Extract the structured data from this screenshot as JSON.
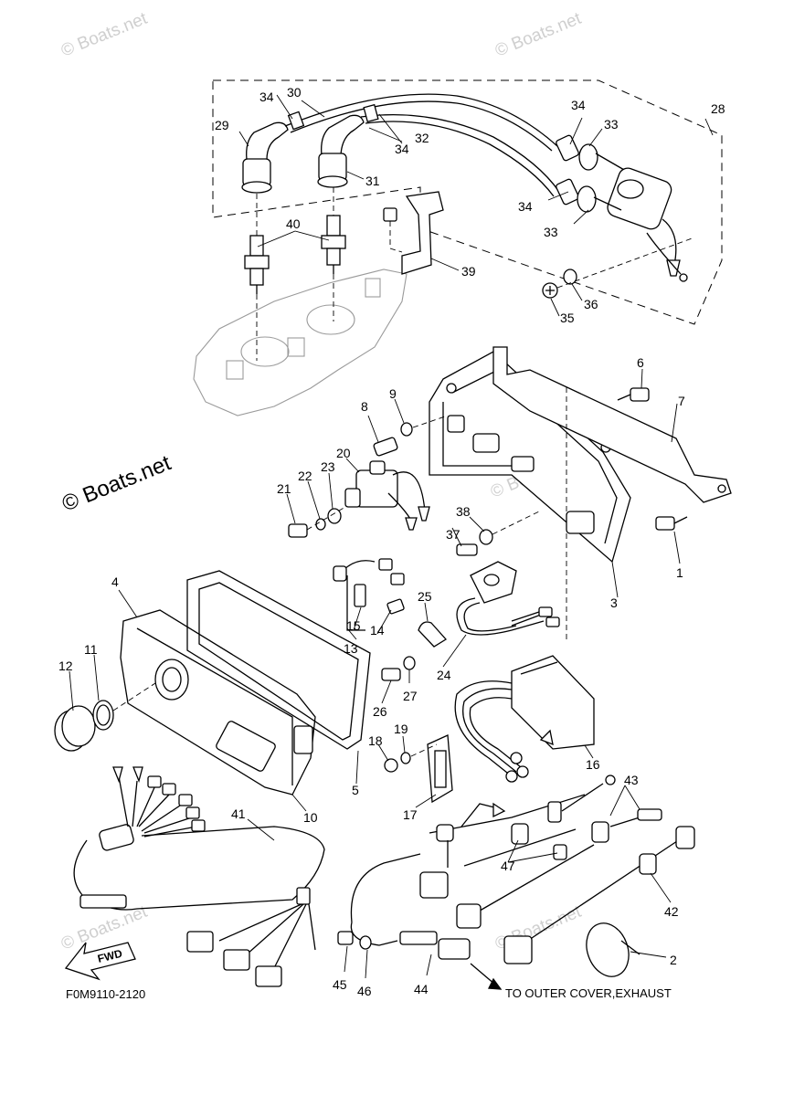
{
  "diagram_code": "F0M9110-2120",
  "watermarks": {
    "top_left": "© Boats.net",
    "top_right": "© Boats.net",
    "main": "© Boats.net",
    "bottom_left": "© Boats.net",
    "bottom_right": "© Boats.net",
    "middle_right": "© Boats.net"
  },
  "fwd_label": "FWD",
  "note": "TO OUTER COVER,EXHAUST",
  "callouts": {
    "c1": "1",
    "c2": "2",
    "c3": "3",
    "c4": "4",
    "c5": "5",
    "c6": "6",
    "c7": "7",
    "c8": "8",
    "c9": "9",
    "c10": "10",
    "c11": "11",
    "c12": "12",
    "c13": "13",
    "c14": "14",
    "c15": "15",
    "c16": "16",
    "c17": "17",
    "c18": "18",
    "c19": "19",
    "c20": "20",
    "c21": "21",
    "c22": "22",
    "c23": "23",
    "c24": "24",
    "c25": "25",
    "c26": "26",
    "c27": "27",
    "c28": "28",
    "c29": "29",
    "c30": "30",
    "c31": "31",
    "c32": "32",
    "c33a": "33",
    "c33b": "33",
    "c34a": "34",
    "c34b": "34",
    "c34c": "34",
    "c34d": "34",
    "c35": "35",
    "c36": "36",
    "c37": "37",
    "c38": "38",
    "c39": "39",
    "c40": "40",
    "c41": "41",
    "c42": "42",
    "c43": "43",
    "c44": "44",
    "c45": "45",
    "c46": "46",
    "c47": "47"
  }
}
